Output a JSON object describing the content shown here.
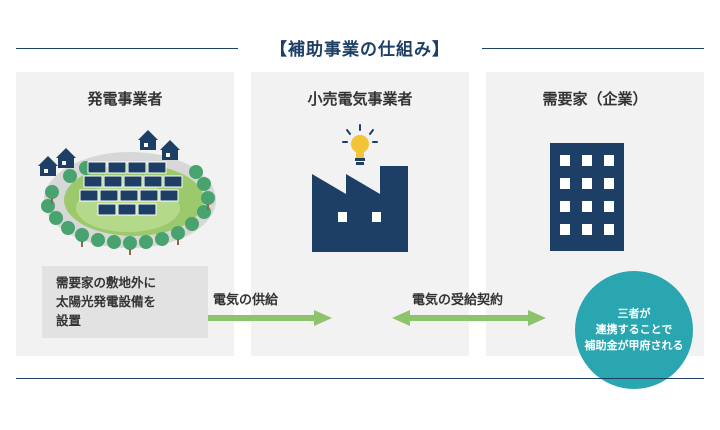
{
  "title": "【補助事業の仕組み】",
  "panels": [
    {
      "label": "発電事業者"
    },
    {
      "label": "小売電気事業者"
    },
    {
      "label": "需要家（企業）"
    }
  ],
  "note": {
    "line1": "需要家の敷地外に",
    "line2": "太陽光発電設備を",
    "line3": "設置"
  },
  "arrows": {
    "supply_label": "電気の供給",
    "contract_label": "電気の受給契約"
  },
  "circle": {
    "line1": "三者が",
    "line2": "連携することで",
    "line3": "補助金が甲府される"
  },
  "colors": {
    "navy": "#1d3f66",
    "green": "#8cc36b",
    "teal": "#2aa6b0",
    "panel_bg": "#f2f2f2",
    "bulb": "#f3c437"
  },
  "icons": [
    "solar-farm-icon",
    "factory-icon",
    "light-bulb-icon",
    "office-building-icon"
  ]
}
